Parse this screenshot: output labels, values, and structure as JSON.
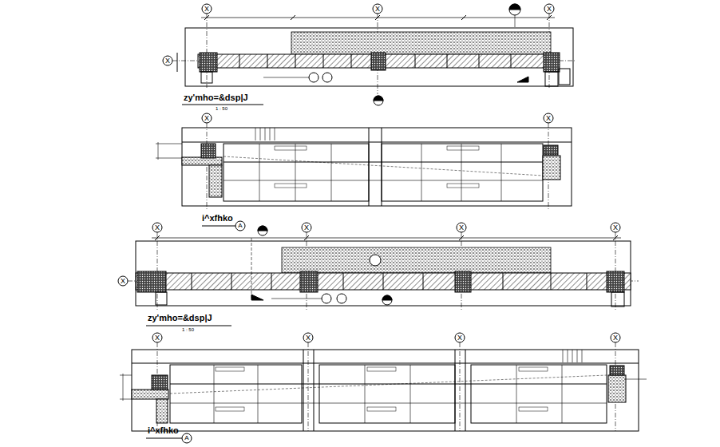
{
  "diagram": {
    "labels": [
      "X",
      "X",
      "X",
      "X",
      "zy'mho=&dsp|J",
      "1 : 50",
      "X",
      "X",
      "i^xfhko",
      "A",
      "X",
      "X",
      "X",
      "X",
      "X",
      "zy'mho=&dsp|J",
      "1 : 50",
      "X",
      "X",
      "X",
      "X",
      "i^xfhko",
      "A"
    ]
  }
}
